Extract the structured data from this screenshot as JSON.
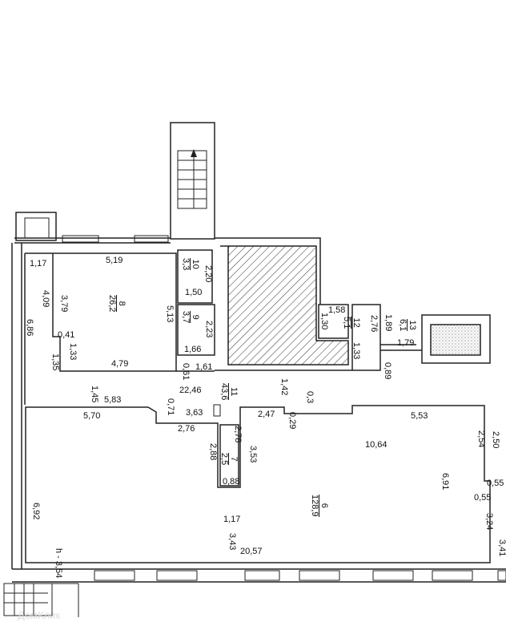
{
  "plan": {
    "watermark": "ДомКлик",
    "rooms": [
      {
        "number": "8",
        "area": "26,2"
      },
      {
        "number": "10",
        "area": "3,3"
      },
      {
        "number": "9",
        "area": "3,7"
      },
      {
        "number": "11",
        "area": "43,6"
      },
      {
        "number": "12",
        "area": "5,1"
      },
      {
        "number": "13",
        "area": "6,1"
      },
      {
        "number": "7",
        "area": "2,5"
      },
      {
        "number": "6",
        "area": "128,9"
      }
    ],
    "dimensions": [
      "1,17",
      "5,19",
      "4,09",
      "3,79",
      "6,86",
      "0,41",
      "1,33",
      "1,35",
      "4,79",
      "2,20",
      "1,50",
      "5,13",
      "2,23",
      "1,66",
      "0,61",
      "1,61",
      "22,46",
      "1,42",
      "1,58",
      "1,30",
      "2,76",
      "1,89",
      "1,79",
      "1,33",
      "0,89",
      "1,45",
      "5,83",
      "0,71",
      "0,3",
      "5,70",
      "3,63",
      "2,47",
      "0,29",
      "5,53",
      "2,76",
      "2,78",
      "2,88",
      "3,53",
      "0,88",
      "10,64",
      "2,54",
      "2,50",
      "6,91",
      "0,55",
      "0,55",
      "1,17",
      "3,43",
      "6,92",
      "3,24",
      "3,41",
      "20,57"
    ],
    "height_note": "h - 3,54"
  }
}
